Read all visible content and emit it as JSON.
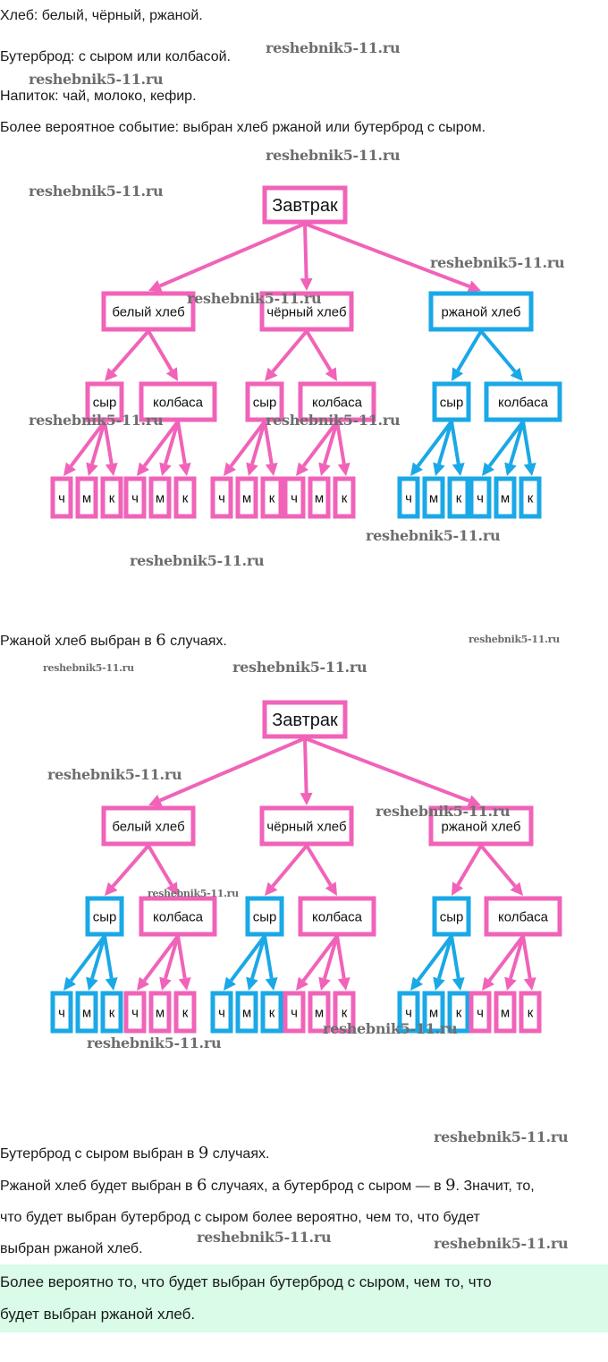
{
  "lines": {
    "bread": "Хлеб: белый, чёрный, ржаной.",
    "sandwich": "Бутерброд: с сыром или колбасой.",
    "drink": "Напиток: чай, молоко, кефир.",
    "question": "Более вероятное событие: выбран хлеб ржаной или бутерброд с сыром."
  },
  "result1": {
    "pre": "Ржаной хлеб выбран в ",
    "num": "6",
    "post": " случаях."
  },
  "result2": {
    "pre": "Бутерброд с сыром выбран в ",
    "num": "9",
    "post": " случаях."
  },
  "conclusion": {
    "l1_a": "Ржаной хлеб будет выбран в ",
    "l1_n1": "6",
    "l1_b": " случаях, а бутерброд с сыром — в ",
    "l1_n2": "9",
    "l1_c": ". Значит, то,",
    "l2": "что будет выбран бутерброд с сыром более вероятно, чем то, что будет",
    "l3": "выбран ржаной хлеб."
  },
  "answer": {
    "l1": "Более вероятно то, что будет выбран бутерброд с сыром, чем то, что",
    "l2": "будет выбран ржаной хлеб."
  },
  "watermark": "reshebnik5-11.ru",
  "colors": {
    "pink": "#f063b8",
    "blue": "#1aa8e6",
    "answer_bg": "#d9fbe8"
  },
  "tree": {
    "root": "Завтрак",
    "breads": [
      "белый хлеб",
      "чёрный хлеб",
      "ржаной хлеб"
    ],
    "fillings": [
      "сыр",
      "колбаса"
    ],
    "drinks": [
      "ч",
      "м",
      "к"
    ]
  },
  "diagrams": [
    {
      "name": "rye-bread-highlight",
      "highlight": "rye"
    },
    {
      "name": "cheese-sandwich-highlight",
      "highlight": "cheese"
    }
  ]
}
